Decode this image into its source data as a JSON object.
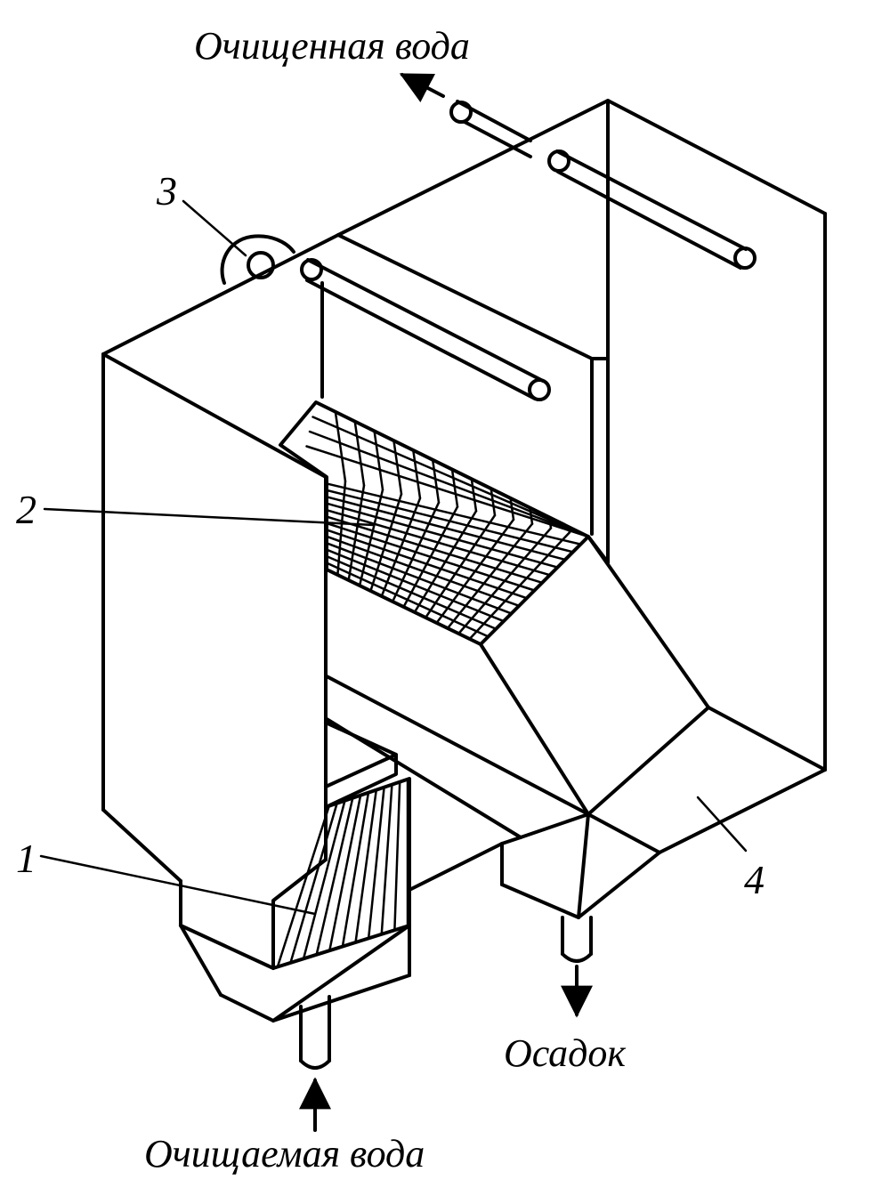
{
  "labels": {
    "outlet": "Очищенная вода",
    "inlet": "Очищаемая вода",
    "sediment": "Осадок",
    "n1": "1",
    "n2": "2",
    "n3": "3",
    "n4": "4"
  },
  "colors": {
    "stroke": "#000000",
    "background": "#ffffff"
  },
  "grid": {
    "rows": 14,
    "cols": 14
  },
  "ribs": {
    "count": 10
  }
}
